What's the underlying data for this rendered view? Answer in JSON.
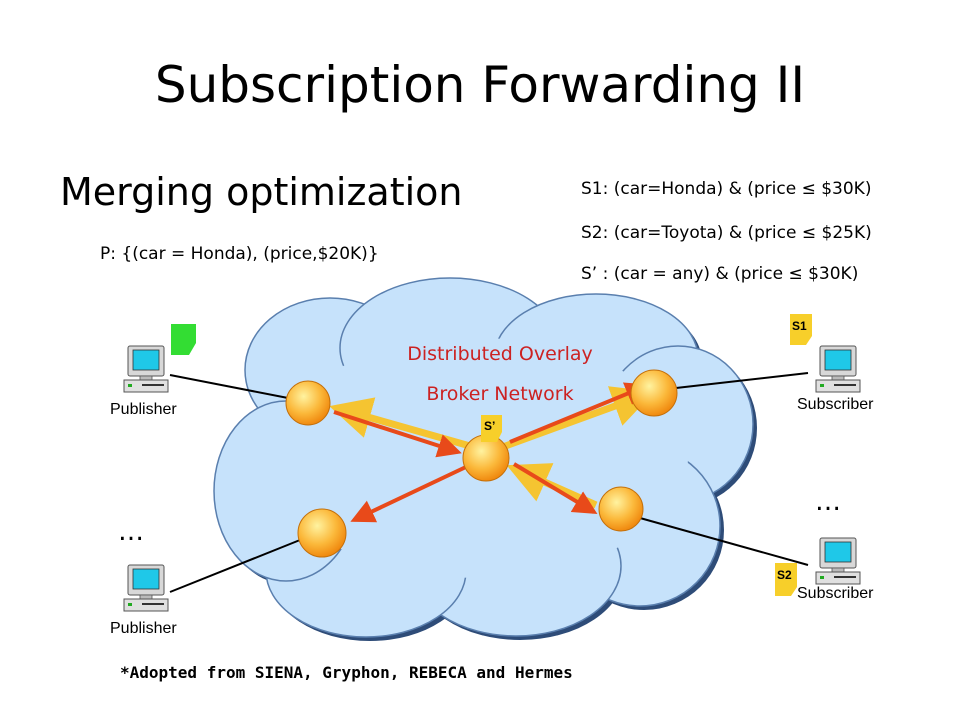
{
  "title": "Subscription Forwarding II",
  "subtitle": "Merging optimization",
  "publication": "P: {(car = Honda), (price,$20K)}",
  "subscriptions": {
    "s1": "S1: (car=Honda) & (price ≤ $30K)",
    "s2": "S2: (car=Toyota) & (price ≤ $25K)",
    "s_prime": "S’ : (car = any) & (price ≤ $30K)"
  },
  "cloud": {
    "line1": "Distributed Overlay",
    "line2": "Broker Network"
  },
  "publisher_label": "Publisher",
  "subscriber_label": "Subscriber",
  "notes": {
    "s1": "S1",
    "s2": "S2",
    "s_prime": "S’"
  },
  "ellipsis": "…",
  "footnote": "*Adopted from SIENA, Gryphon, REBECA and Hermes",
  "colors": {
    "cloud_fill": "#c6e2fb",
    "cloud_edge": "#5a7fae",
    "broker": "#f9a825",
    "pub_arrow": "#e84a1a",
    "sub_arrow": "#f5c431",
    "note_yellow": "#f7cf2a",
    "note_green": "#33dd33",
    "label_red": "#cc2222"
  }
}
